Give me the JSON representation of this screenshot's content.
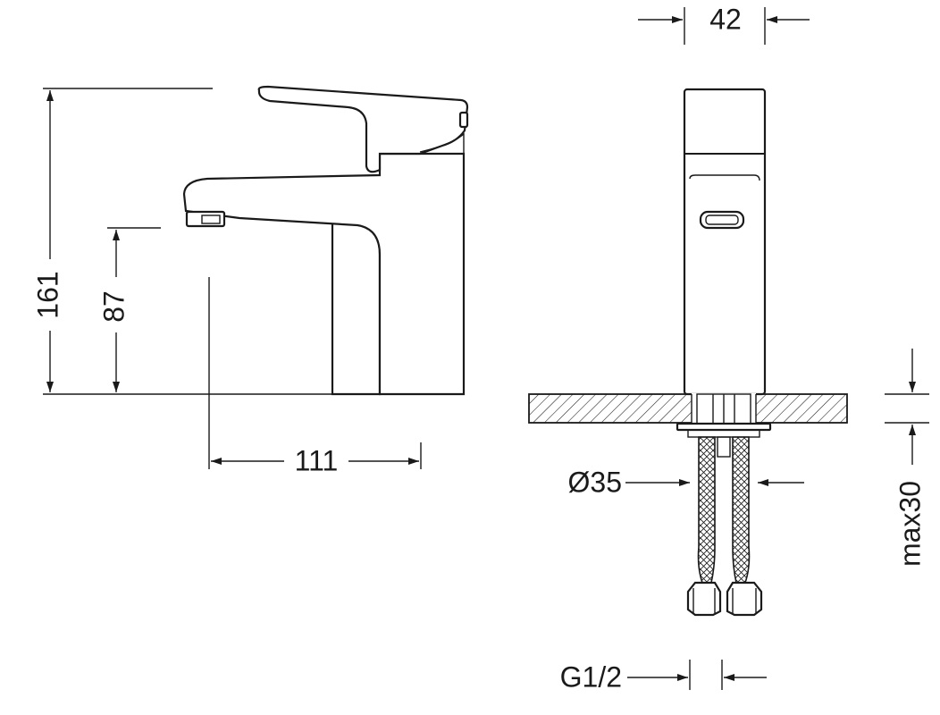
{
  "dimensions": {
    "top_width": "42",
    "total_height": "161",
    "spout_height": "87",
    "spout_reach": "111",
    "hole_diameter": "Ø35",
    "max_counter_thickness": "max30",
    "connection_thread": "G1/2"
  },
  "colors": {
    "line": "#1a1a1a",
    "background": "#ffffff"
  }
}
